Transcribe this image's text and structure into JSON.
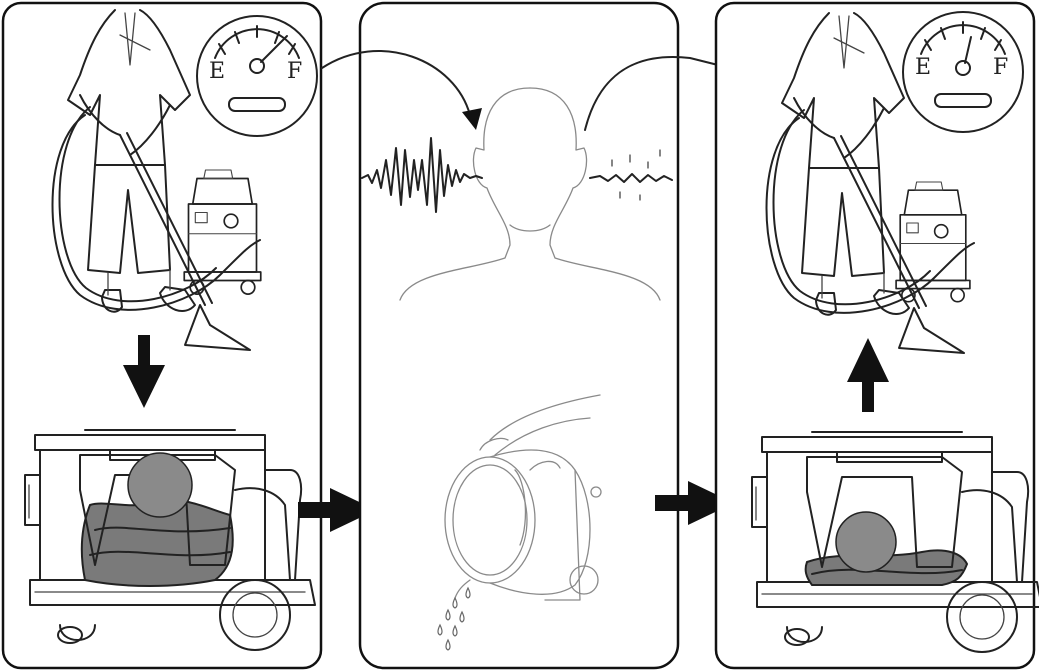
{
  "steps": [
    {
      "gauge": {
        "empty_label": "E",
        "full_label": "F",
        "level": "full"
      },
      "tank_water_level": "high",
      "float_state": "raised"
    },
    {
      "icon": "emptying-tank-icon"
    },
    {
      "gauge": {
        "empty_label": "E",
        "full_label": "F",
        "level": "partial"
      },
      "tank_water_level": "low",
      "float_state": "lowered"
    }
  ],
  "icons": [
    "person-vacuuming-icon",
    "fuel-gauge-icon",
    "vacuum-tank-icon",
    "float-ball-icon",
    "head-silhouette-icon",
    "sound-wave-icon",
    "pouring-water-icon",
    "arrow-icon"
  ],
  "colors": {
    "water": "#7a7a7a",
    "float": "#8a8a8a",
    "outline": "#111111",
    "background": "#ffffff"
  }
}
